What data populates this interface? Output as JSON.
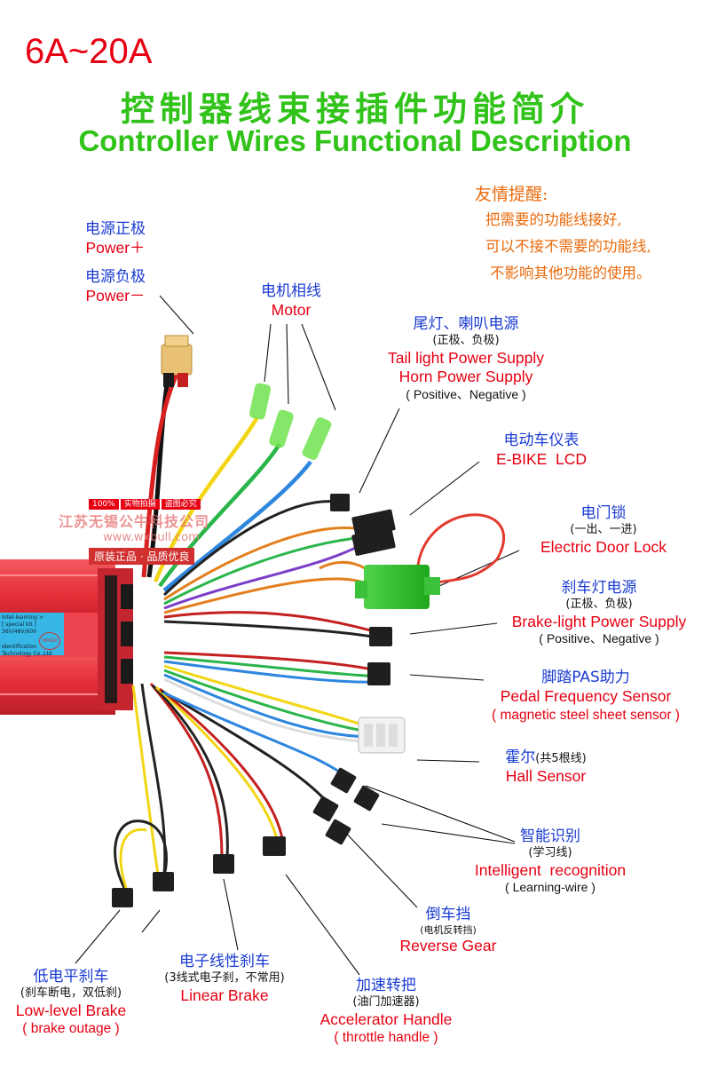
{
  "header": {
    "current_range": "6A~20A",
    "title_cn": "控制器线束接插件功能简介",
    "title_en": "Controller Wires Functional Description"
  },
  "tip": {
    "heading": "友情提醒:",
    "lines": [
      "把需要的功能线接好,",
      "可以不接不需要的功能线,",
      "不影响其他功能的使用。"
    ]
  },
  "labels": {
    "power_pos_cn": "电源正极",
    "power_pos_en": "Power＋",
    "power_neg_cn": "电源负极",
    "power_neg_en": "Power－",
    "motor_cn": "电机相线",
    "motor_en": "Motor",
    "tail_cn": "尾灯、喇叭电源",
    "tail_sub": "(正极、负极)",
    "tail_en1": "Tail light Power Supply",
    "tail_en2": "Horn Power Supply",
    "tail_note": "( Positive、Negative )",
    "lcd_cn": "电动车仪表",
    "lcd_en": "E-BIKE  LCD",
    "lock_cn": "电门锁",
    "lock_sub": "(一出、一进)",
    "lock_en": "Electric Door Lock",
    "brakelight_cn": "刹车灯电源",
    "brakelight_sub": "(正极、负极)",
    "brakelight_en": "Brake-light Power Supply",
    "brakelight_note": "( Positive、Negative )",
    "pas_cn": "脚踏PAS助力",
    "pas_en": "Pedal Frequency Sensor",
    "pas_note": "( magnetic steel sheet sensor )",
    "hall_cn": "霍尔",
    "hall_sub": "(共5根线)",
    "hall_en": "Hall Sensor",
    "learn_cn": "智能识别",
    "learn_sub": "(学习线)",
    "learn_en": "Intelligent  recognition",
    "learn_note": "( Learning-wire )",
    "reverse_cn": "倒车挡",
    "reverse_sub": "(电机反转挡)",
    "reverse_en": "Reverse Gear",
    "low_brake_cn": "低电平刹车",
    "low_brake_sub": "(刹车断电，双低刹)",
    "low_brake_en": "Low-level Brake",
    "low_brake_note": "( brake outage )",
    "linear_cn": "电子线性刹车",
    "linear_sub": "(3线式电子刹，不常用)",
    "linear_en": "Linear Brake",
    "throttle_cn": "加速转把",
    "throttle_sub": "(油门加速器)",
    "throttle_en": "Accelerator Handle",
    "throttle_note": "( throttle handle )"
  },
  "watermark": {
    "badges": [
      "100%",
      "实物拍摄",
      "盗图必究"
    ],
    "company": "江苏无锡公牛科技公司",
    "url": "www.wxbull.com",
    "slogan": "原装正品 · 品质优良"
  },
  "controller_sticker": {
    "line1": "Intel-learning >",
    "line2": "[ special kit ]",
    "line3": "36V/48V/60V",
    "line4": "Identification",
    "line5": "Technology Co.,Ltd",
    "logo": "WXGN"
  },
  "colors": {
    "title_green": "#31c31a",
    "label_blue": "#1a3bd1",
    "label_red": "#e60012",
    "tip_orange": "#ea6a0c",
    "controller_red": "#e8323c"
  }
}
